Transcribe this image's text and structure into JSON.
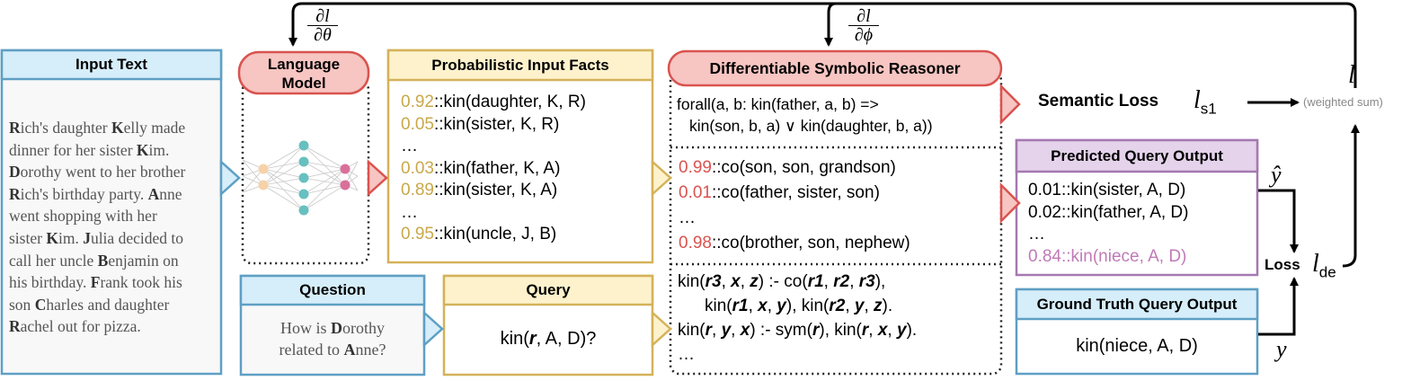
{
  "input_text": {
    "header": "Input Text",
    "story_lines": [
      "Rich's daughter Kelly made",
      "dinner for her sister Kim.",
      "Dorothy went to her brother",
      "Rich's birthday party. Anne",
      "went shopping with her",
      "sister Kim. Julia decided to",
      "call her uncle Benjamin on",
      "his birthday. Frank took his",
      "son Charles and daughter",
      "Rachel out for pizza."
    ]
  },
  "language_model": {
    "header_line1": "Language",
    "header_line2": "Model"
  },
  "grad_theta": {
    "num": "∂l",
    "den": "∂θ"
  },
  "grad_phi": {
    "num": "∂l",
    "den": "∂ϕ"
  },
  "prob_facts": {
    "header": "Probabilistic Input Facts",
    "lines": [
      {
        "prob": "0.92",
        "fact": "::kin(daughter, K, R)"
      },
      {
        "prob": "0.05",
        "fact": "::kin(sister, K, R)"
      },
      {
        "prob": "",
        "fact": "…"
      },
      {
        "prob": "0.03",
        "fact": "::kin(father, K, A)"
      },
      {
        "prob": "0.89",
        "fact": "::kin(sister, K, A)"
      },
      {
        "prob": "",
        "fact": "…"
      },
      {
        "prob": "0.95",
        "fact": "::kin(uncle, J, B)"
      }
    ]
  },
  "reasoner": {
    "header": "Differentiable Symbolic Reasoner",
    "constraint_line1": "forall(a, b: kin(father, a, b) =>",
    "constraint_line2": "kin(son, b, a) ∨ kin(daughter, b, a))",
    "co_lines": [
      {
        "prob": "0.99",
        "fact": "::co(son, son, grandson)"
      },
      {
        "prob": "0.01",
        "fact": "::co(father, sister, son)"
      },
      {
        "prob": "",
        "fact": "…"
      },
      {
        "prob": "0.98",
        "fact": "::co(brother, son, nephew)"
      }
    ],
    "rules": {
      "r1_a": "kin(",
      "r1_b": "r3",
      "r1_c": ", ",
      "r1_d": "x",
      "r1_e": ", ",
      "r1_f": "z",
      "r1_g": ") :- co(",
      "r1_h": "r1",
      "r1_i": ", ",
      "r1_j": "r2",
      "r1_k": ", ",
      "r1_l": "r3",
      "r1_m": "),",
      "r2_a": "kin(",
      "r2_b": "r1",
      "r2_c": ", ",
      "r2_d": "x",
      "r2_e": ", ",
      "r2_f": "y",
      "r2_g": "), kin(",
      "r2_h": "r2",
      "r2_i": ", ",
      "r2_j": "y",
      "r2_k": ", ",
      "r2_l": "z",
      "r2_m": ").",
      "r3_a": "kin(",
      "r3_b": "r",
      "r3_c": ", ",
      "r3_d": "y",
      "r3_e": ", ",
      "r3_f": "x",
      "r3_g": ") :- sym(",
      "r3_h": "r",
      "r3_i": "), kin(",
      "r3_j": "r",
      "r3_k": ", ",
      "r3_l": "x",
      "r3_m": ", ",
      "r3_n": "y",
      "r3_o": ").",
      "ellipsis": "…"
    }
  },
  "question": {
    "header": "Question",
    "line1": "How is Dorothy",
    "line2": "related to Anne?"
  },
  "query": {
    "header": "Query",
    "pre": "kin(",
    "var": "r",
    "post": ", A, D)?"
  },
  "semantic_loss": {
    "label": "Semantic Loss",
    "symbol_main": "l",
    "symbol_sub": "s1"
  },
  "weighted": {
    "symbol": "l",
    "note": "(weighted sum)"
  },
  "predicted": {
    "header": "Predicted Query Output",
    "lines": [
      "0.01::kin(sister, A, D)",
      "0.02::kin(father, A, D)",
      "…"
    ],
    "highlight": "0.84::kin(niece, A, D)",
    "yhat": "ŷ"
  },
  "loss": {
    "label": "Loss",
    "symbol_main": "l",
    "symbol_sub": "de"
  },
  "ground_truth": {
    "header": "Ground Truth Query Output",
    "value": "kin(niece, A, D)",
    "y": "y"
  },
  "colors": {
    "blue_fill": "#d6eefa",
    "blue_stroke": "#5f9fc4",
    "gold_fill": "#fdf2cc",
    "gold_stroke": "#d4b25a",
    "red_fill": "#f7c5c2",
    "red_stroke": "#d9534f",
    "purple_fill": "#e4d3ea",
    "purple_stroke": "#a678b1",
    "gold_text": "#c9a84a",
    "red_text": "#d9534f",
    "pink_text": "#c07ab8"
  }
}
